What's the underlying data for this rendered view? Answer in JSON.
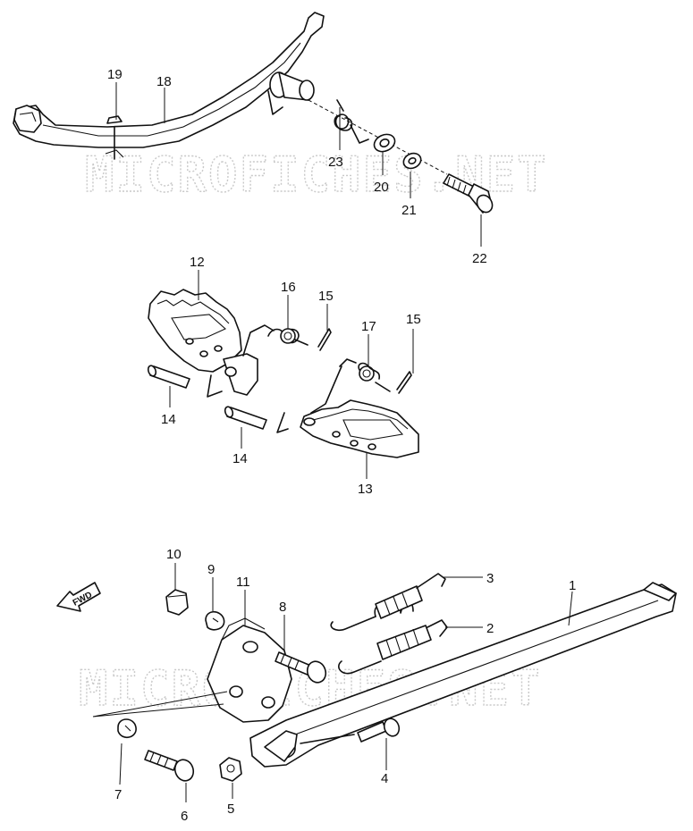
{
  "watermarks": [
    "MICROFICHES.NET",
    "MICROFICHES.NET"
  ],
  "direction_marker": {
    "label": "FWD",
    "icon": "arrow-left-icon"
  },
  "callouts": {
    "c1": "1",
    "c2": "2",
    "c3": "3",
    "c4": "4",
    "c5": "5",
    "c6": "6",
    "c7": "7",
    "c8": "8",
    "c9": "9",
    "c10": "10",
    "c11": "11",
    "c12": "12",
    "c13": "13",
    "c14a": "14",
    "c14b": "14",
    "c15a": "15",
    "c15b": "15",
    "c16": "16",
    "c17": "17",
    "c18": "18",
    "c19": "19",
    "c20": "20",
    "c21": "21",
    "c22": "22",
    "c23": "23"
  }
}
